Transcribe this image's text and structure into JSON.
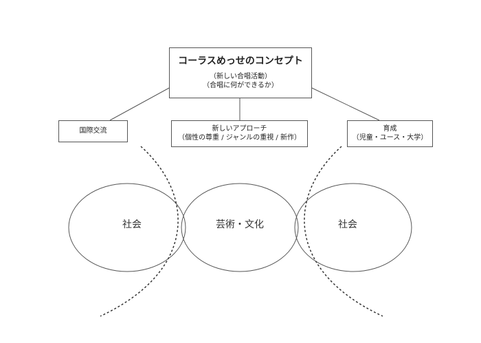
{
  "concept": {
    "title": "コーラスめっせのコンセプト",
    "subtitle_1": "（新しい合唱活動）",
    "subtitle_2": "（合唱に何ができるか）"
  },
  "branches": {
    "left": {
      "label": "国際交流"
    },
    "center": {
      "label": "新しいアプローチ",
      "detail": "（個性の尊重 / ジャンルの重視 / 新作）"
    },
    "right": {
      "label": "育成",
      "detail": "（児童・ユース・大学）"
    }
  },
  "circles": {
    "left": "社会",
    "center": "芸術・文化",
    "right": "社会"
  },
  "colors": {
    "stroke": "#555555",
    "text": "#222222"
  }
}
